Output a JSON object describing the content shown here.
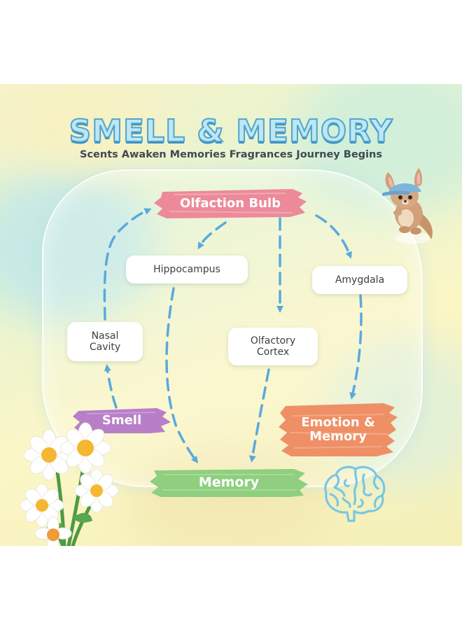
{
  "header": {
    "title": "SMELL & MEMORY",
    "subtitle": "Scents Awaken Memories Fragrances Journey Begins"
  },
  "nodes": {
    "olfaction_bulb": "Olfaction Bulb",
    "hippocampus": "Hippocampus",
    "amygdala": "Amygdala",
    "nasal_cavity_line1": "Nasal",
    "nasal_cavity_line2": "Cavity",
    "olfactory_cortex_line1": "Olfactory",
    "olfactory_cortex_line2": "Cortex",
    "smell": "Smell",
    "emotion_memory_line1": "Emotion &",
    "emotion_memory_line2": "Memory",
    "memory": "Memory"
  },
  "colors": {
    "title_fill": "#bfe6f3",
    "title_stroke": "#4fa6d0",
    "arrow": "#5aa9dc",
    "olfaction_bulb": "#ec8a9a",
    "smell": "#b87fc8",
    "emotion_memory": "#ef8f66",
    "memory": "#8fcf7f"
  },
  "decorations": {
    "mascot": "kangaroo-mascot-icon",
    "flowers": "daisy-flowers-icon",
    "brain": "brain-outline-icon"
  }
}
